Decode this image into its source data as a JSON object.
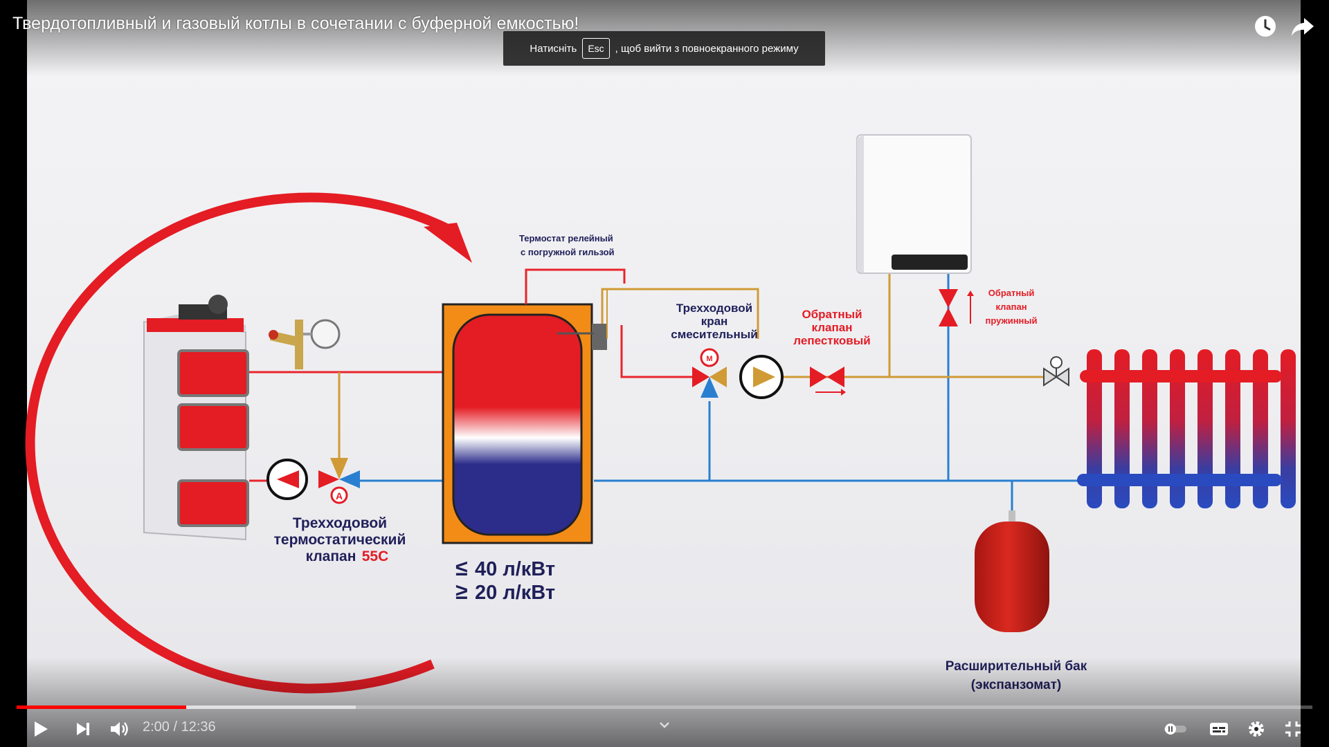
{
  "player": {
    "title": "Твердотопливный и газовый котлы в сочетании с буферной емкостью!",
    "esc_hint": {
      "prefix": "Натисніть",
      "key": "Esc",
      "suffix": ", щоб вийти з повноекранного режиму"
    },
    "time": {
      "current": "2:00",
      "separator": "/",
      "duration": "12:36"
    },
    "progress": {
      "played_fraction": 0.131,
      "buffered_fraction": 0.262
    },
    "icons": {
      "watch_later": "clock-icon",
      "share": "share-arrow-icon",
      "play": "play-icon",
      "next": "next-icon",
      "volume": "volume-icon",
      "autoplay": "autoplay-toggle-icon",
      "subtitles": "subtitles-icon",
      "settings": "gear-icon",
      "exit_fullscreen": "exit-fullscreen-icon",
      "chevron": "chevron-down-icon"
    },
    "colors": {
      "progress_played": "#ff0000",
      "hot_pipe": "#e8242b",
      "cold_pipe": "#2a7fd0",
      "gas_pipe": "#d09a35"
    }
  },
  "diagram": {
    "thermostat_label": [
      "Термостат релейный",
      "с погружной гильзой"
    ],
    "mixing_valve_label": [
      "Трехходовой",
      "кран",
      "смесительный"
    ],
    "check_valve_petal_label": [
      "Обратный",
      "клапан",
      "лепестковый"
    ],
    "check_valve_spring_label": [
      "Обратный",
      "клапан",
      "пружинный"
    ],
    "thermostatic_valve_label": [
      "Трехходовой",
      "термостатический",
      "клапан"
    ],
    "thermostatic_valve_temp": "55С",
    "capacity_max": "40 л/кВт",
    "capacity_min": "20 л/кВт",
    "expansion_tank_label": [
      "Расширительный бак",
      "(экспанзомат)"
    ],
    "valve_mark_m": "M",
    "valve_mark_a": "A"
  }
}
